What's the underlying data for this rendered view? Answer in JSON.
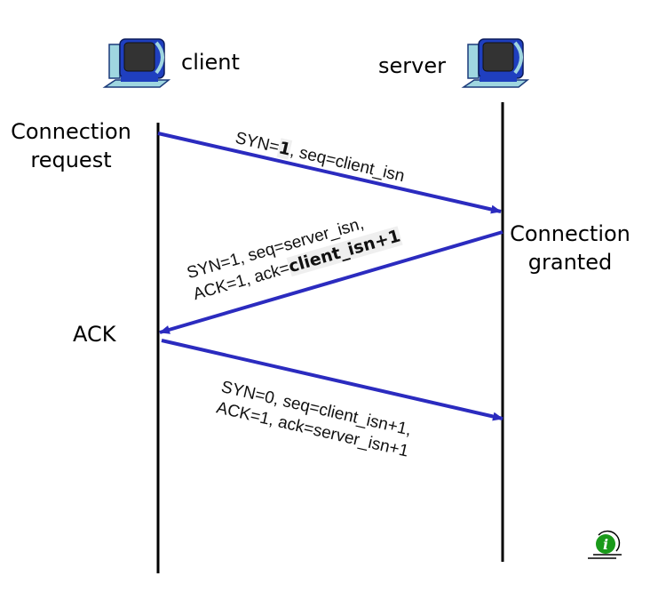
{
  "client": {
    "label": "client",
    "icon": "desktop-computer-icon"
  },
  "server": {
    "label": "server",
    "icon": "desktop-computer-icon"
  },
  "left_notes": {
    "connection_request": [
      "Connection",
      "request"
    ],
    "ack": "ACK"
  },
  "right_notes": {
    "connection_granted": [
      "Connection",
      "granted"
    ]
  },
  "messages": [
    {
      "id": "syn",
      "direction": "client-to-server",
      "parts": [
        "SYN=",
        "1",
        ", seq=client_isn"
      ]
    },
    {
      "id": "syn-ack",
      "direction": "server-to-client",
      "lines": [
        "SYN=1, seq=server_isn,",
        "ACK=1, ack="
      ],
      "highlight": "client_isn+1"
    },
    {
      "id": "ack",
      "direction": "client-to-server",
      "lines": [
        "SYN=0, seq=client_isn+1,",
        "ACK=1, ack=server_isn+1"
      ]
    }
  ],
  "colors": {
    "arrow": "#2b2bbf",
    "timeline": "#000000",
    "info_icon": "#1a9a1a"
  },
  "info_icon": "info-icon"
}
